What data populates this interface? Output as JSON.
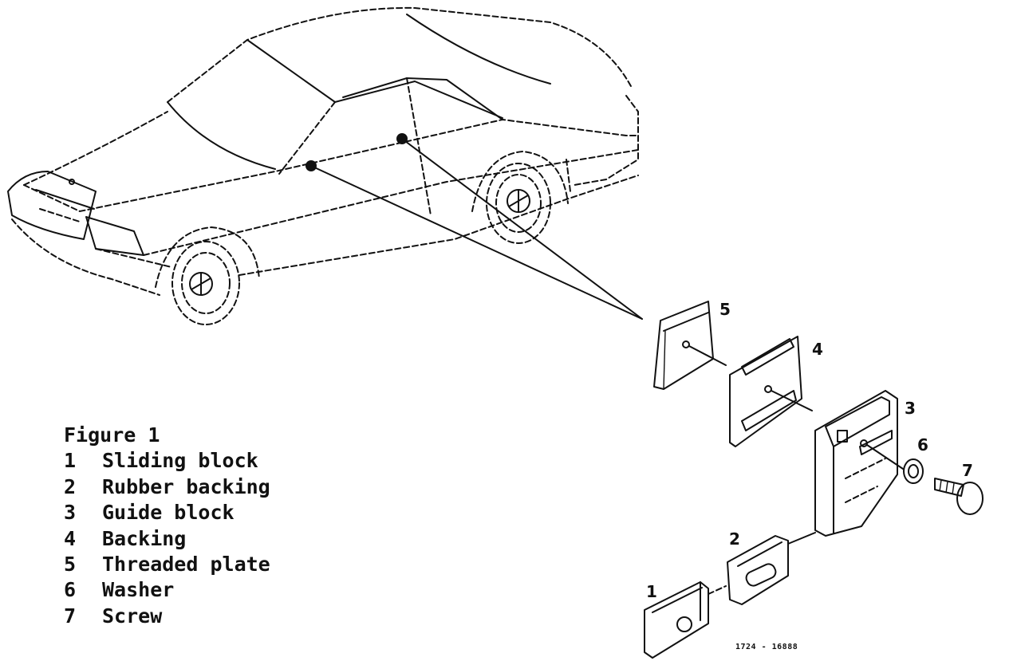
{
  "figure": {
    "title": "Figure 1",
    "legend": [
      {
        "num": "1",
        "label": "Sliding block"
      },
      {
        "num": "2",
        "label": "Rubber backing"
      },
      {
        "num": "3",
        "label": "Guide block"
      },
      {
        "num": "4",
        "label": "Backing"
      },
      {
        "num": "5",
        "label": "Threaded plate"
      },
      {
        "num": "6",
        "label": "Washer"
      },
      {
        "num": "7",
        "label": "Screw"
      }
    ],
    "callouts": {
      "p1": "1",
      "p2": "2",
      "p3": "3",
      "p4": "4",
      "p5": "5",
      "p6": "6",
      "p7": "7"
    },
    "drawing_code": "1724 - 16888"
  }
}
